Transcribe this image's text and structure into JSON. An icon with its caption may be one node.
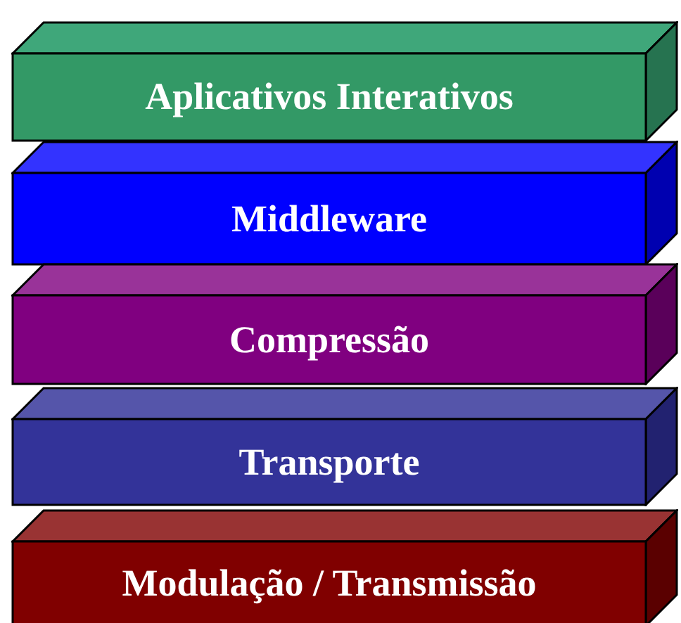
{
  "diagram": {
    "nodes": [
      {
        "text": [
          "Aplicativos Interativos"
        ]
      },
      {
        "text": [
          "Middleware"
        ]
      },
      {
        "text": [
          "Compressão"
        ]
      },
      {
        "text": [
          "Transporte"
        ]
      },
      {
        "text": [
          "Modulação / Transmissão"
        ]
      }
    ]
  }
}
